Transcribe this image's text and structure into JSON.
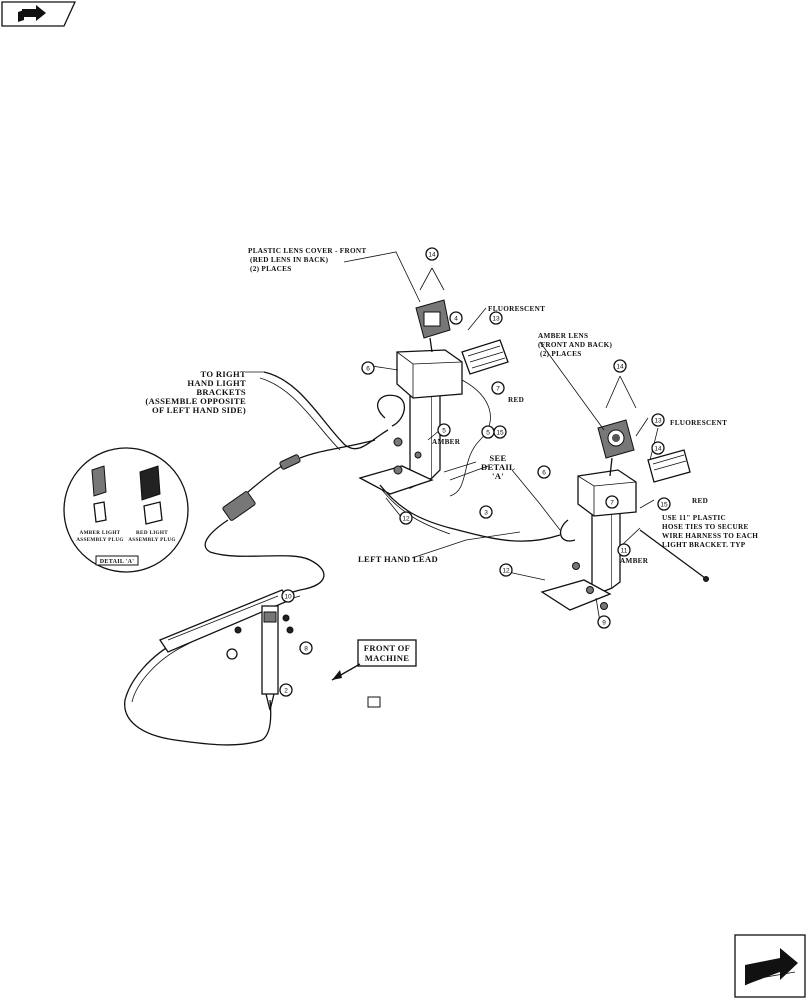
{
  "icons": {
    "top_left": "book-nav-icon",
    "bottom_right": "next-page-arrow-icon"
  },
  "labels": {
    "lens_cover": [
      "PLASTIC LENS COVER - FRONT",
      "(RED LENS IN BACK)",
      "(2) PLACES"
    ],
    "fluorescent_left": "FLUORESCENT",
    "amber_lens": [
      "AMBER LENS",
      "(FRONT AND BACK)",
      "(2) PLACES"
    ],
    "fluorescent_right": "FLUORESCENT",
    "to_right_hand": [
      "TO RIGHT",
      "HAND LIGHT",
      "BRACKETS",
      "(ASSEMBLE OPPOSITE",
      "OF LEFT HAND SIDE)"
    ],
    "red_left": "RED",
    "amber_left": "AMBER",
    "see_detail": [
      "SEE",
      "DETAIL",
      "'A'"
    ],
    "red_right": "RED",
    "use_plastic": [
      "USE 11\" PLASTIC",
      "HOSE TIES TO SECURE",
      "WIRE HARNESS TO EACH",
      "LIGHT BRACKET.  TYP"
    ],
    "left_hand_lead": "LEFT HAND LEAD",
    "amber_right": "AMBER",
    "front_of_machine": [
      "FRONT OF",
      "MACHINE"
    ],
    "amber_light_plug": [
      "AMBER LIGHT",
      "ASSEMBLY PLUG"
    ],
    "red_light_plug": [
      "RED LIGHT",
      "ASSEMBLY PLUG"
    ],
    "detail_a": "DETAIL 'A'"
  },
  "callouts": [
    "14",
    "6",
    "4",
    "13",
    "7",
    "5",
    "12",
    "6",
    "5",
    "14",
    "13",
    "15",
    "14",
    "7",
    "15",
    "3",
    "11",
    "12",
    "9",
    "8",
    "10",
    "2"
  ]
}
